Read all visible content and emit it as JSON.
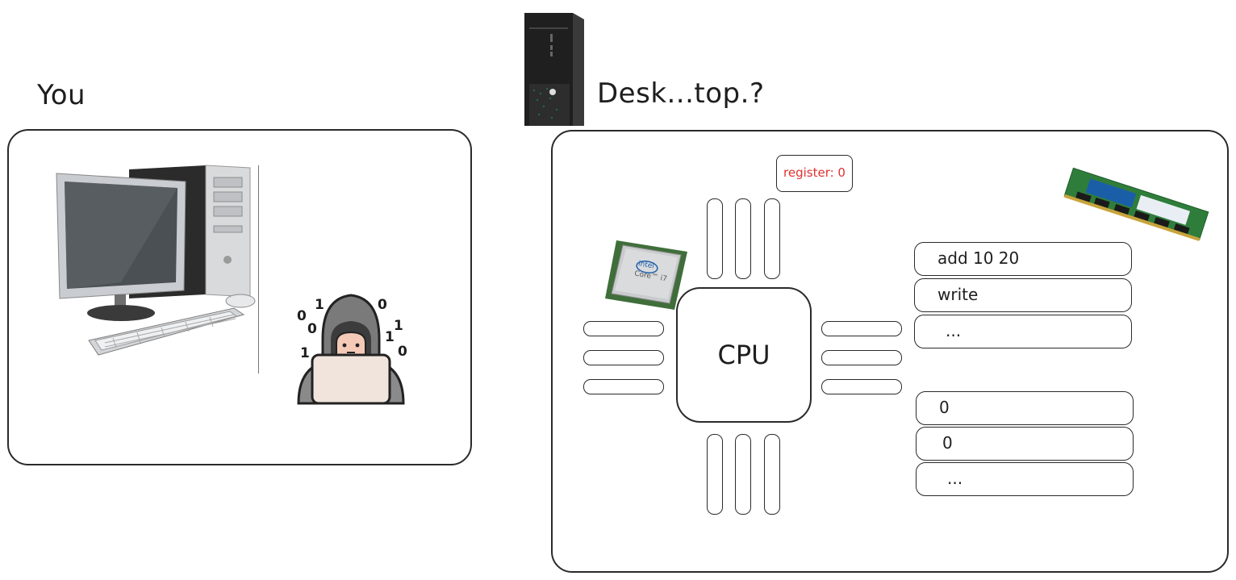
{
  "left": {
    "title": "You"
  },
  "right": {
    "title": "Desk...top.?",
    "register_label": "register: 0",
    "cpu_label": "CPU",
    "instructions": [
      "add 10  20",
      "write",
      "..."
    ],
    "data": [
      "0",
      "0",
      "..."
    ],
    "chip_brand": "intel",
    "chip_model": "Core™ i7"
  },
  "hacker_bits": [
    "0",
    "1",
    "0",
    "0",
    "1",
    "1",
    "1",
    "0"
  ],
  "colors": {
    "register_text": "#e03131",
    "stroke": "#2a2a2a",
    "ram_green": "#2f7d3a"
  }
}
